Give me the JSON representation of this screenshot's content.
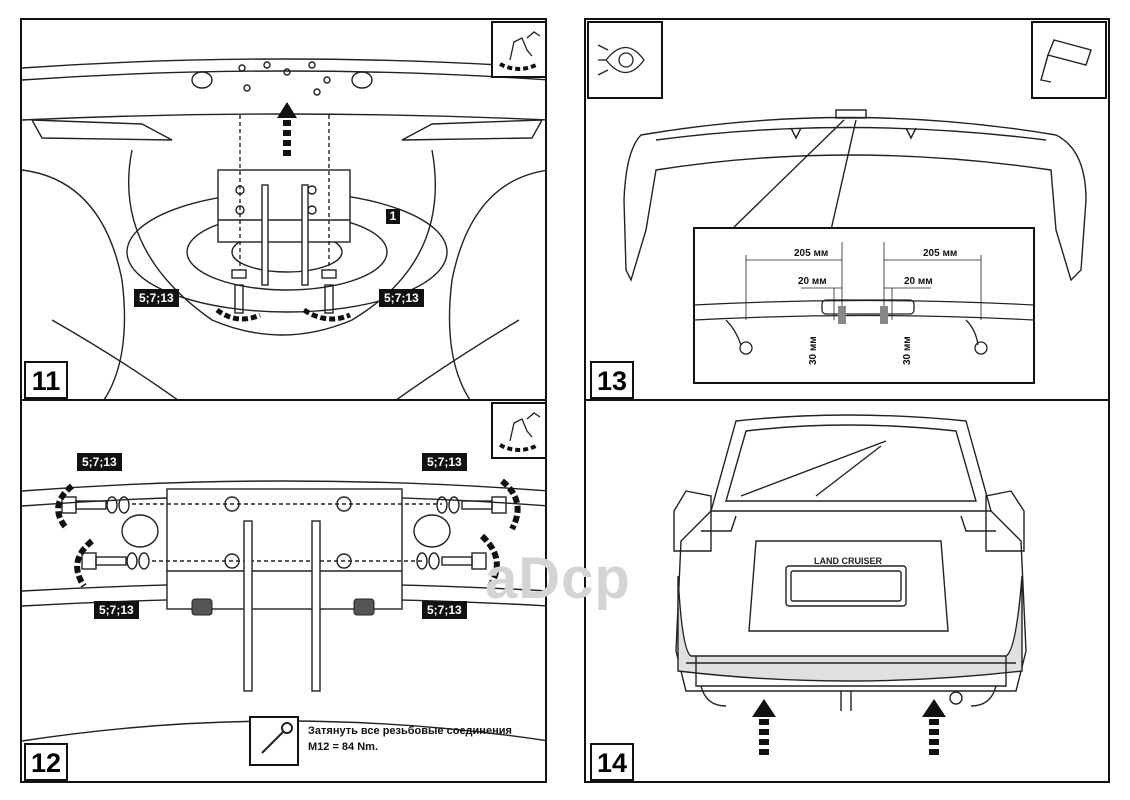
{
  "panels": [
    {
      "step": "11",
      "labels": {
        "part": "1",
        "fastener_left": "5;7;13",
        "fastener_right": "5;7;13"
      }
    },
    {
      "step": "12",
      "labels": {
        "tl": "5;7;13",
        "tr": "5;7;13",
        "bl": "5;7;13",
        "br": "5;7;13"
      },
      "note": {
        "line1": "Затянуть все резьбовые соединения",
        "line2": "M12 = 84 Nm."
      }
    },
    {
      "step": "13",
      "dims": {
        "outer_left": "205 мм",
        "outer_right": "205 мм",
        "inner_left": "20 мм",
        "inner_right": "20 мм",
        "vert_left": "30 мм",
        "vert_right": "30 мм"
      }
    },
    {
      "step": "14",
      "badge": "LAND CRUISER"
    }
  ],
  "watermark": "aDcp"
}
